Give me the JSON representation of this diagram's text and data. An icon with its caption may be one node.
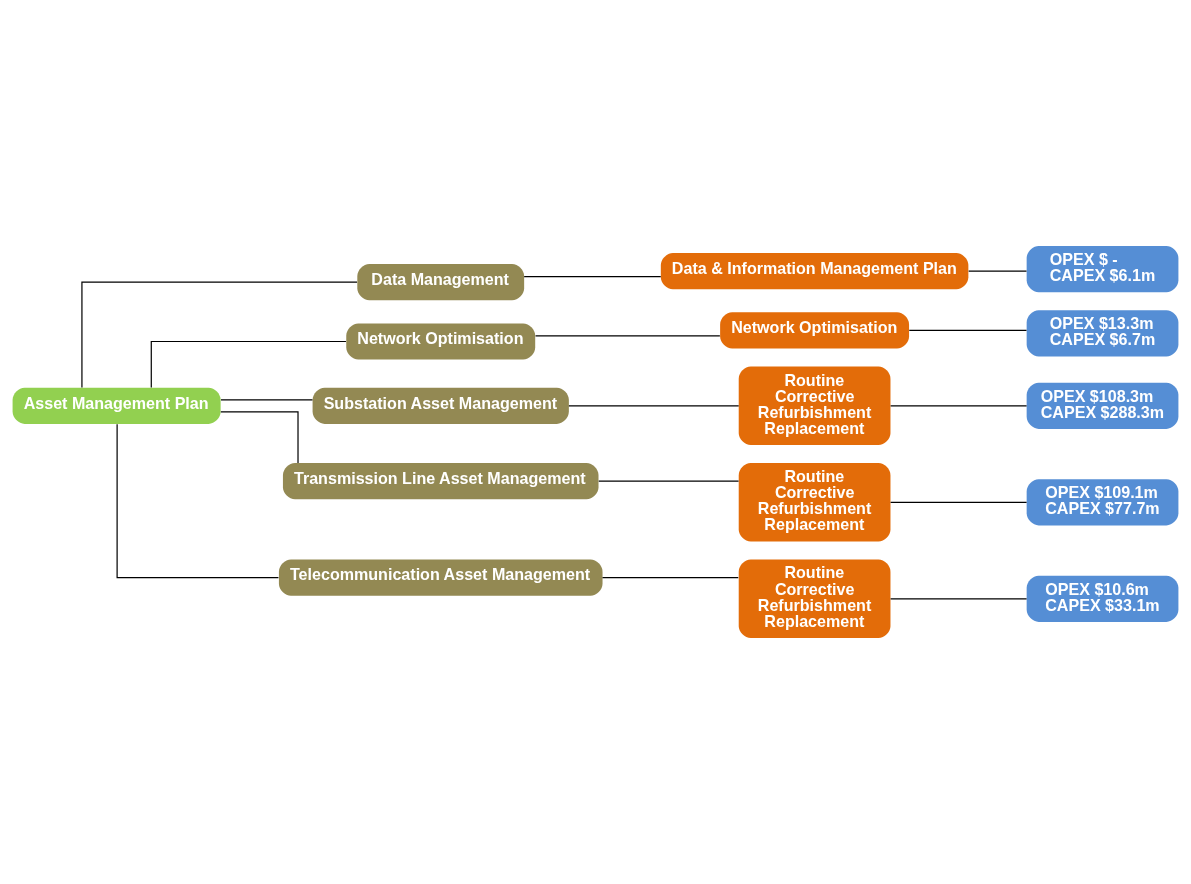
{
  "diagram": {
    "nodes": [
      {
        "text": [
          "Asset Management Plan"
        ]
      },
      {
        "text": [
          "Data Management"
        ]
      },
      {
        "text": [
          "Network Optimisation"
        ]
      },
      {
        "text": [
          "Substation Asset Management"
        ]
      },
      {
        "text": [
          "Transmission Line Asset Management"
        ]
      },
      {
        "text": [
          "Telecommunication Asset Management"
        ]
      },
      {
        "text": [
          "Data & Information Management Plan"
        ]
      },
      {
        "text": [
          "Network Optimisation"
        ]
      },
      {
        "text": [
          "Routine",
          "Corrective",
          "Refurbishment",
          "Replacement"
        ]
      },
      {
        "text": [
          "Routine",
          "Corrective",
          "Refurbishment",
          "Replacement"
        ]
      },
      {
        "text": [
          "Routine",
          "Corrective",
          "Refurbishment",
          "Replacement"
        ]
      },
      {
        "text": [
          "OPEX $ -",
          "CAPEX $6.1m"
        ]
      },
      {
        "text": [
          "OPEX $13.3m",
          "CAPEX $6.7m"
        ]
      },
      {
        "text": [
          "OPEX $108.3m",
          "CAPEX $288.3m"
        ]
      },
      {
        "text": [
          "OPEX $109.1m",
          "CAPEX $77.7m"
        ]
      },
      {
        "text": [
          "OPEX $10.6m",
          "CAPEX $33.1m"
        ]
      }
    ],
    "edges": [
      {
        "from": 0,
        "to": 1,
        "arrow": "none"
      },
      {
        "from": 0,
        "to": 2,
        "arrow": "none"
      },
      {
        "from": 0,
        "to": 3,
        "arrow": "none"
      },
      {
        "from": 0,
        "to": 4,
        "arrow": "none"
      },
      {
        "from": 0,
        "to": 5,
        "arrow": "none"
      },
      {
        "from": 1,
        "to": 6,
        "arrow": "none"
      },
      {
        "from": 2,
        "to": 7,
        "arrow": "none"
      },
      {
        "from": 3,
        "to": 8,
        "arrow": "none"
      },
      {
        "from": 4,
        "to": 9,
        "arrow": "none"
      },
      {
        "from": 5,
        "to": 10,
        "arrow": "none"
      },
      {
        "from": 6,
        "to": 11,
        "arrow": "none"
      },
      {
        "from": 7,
        "to": 12,
        "arrow": "none"
      },
      {
        "from": 8,
        "to": 13,
        "arrow": "none"
      },
      {
        "from": 9,
        "to": 14,
        "arrow": "none"
      },
      {
        "from": 10,
        "to": 15,
        "arrow": "none"
      }
    ]
  }
}
